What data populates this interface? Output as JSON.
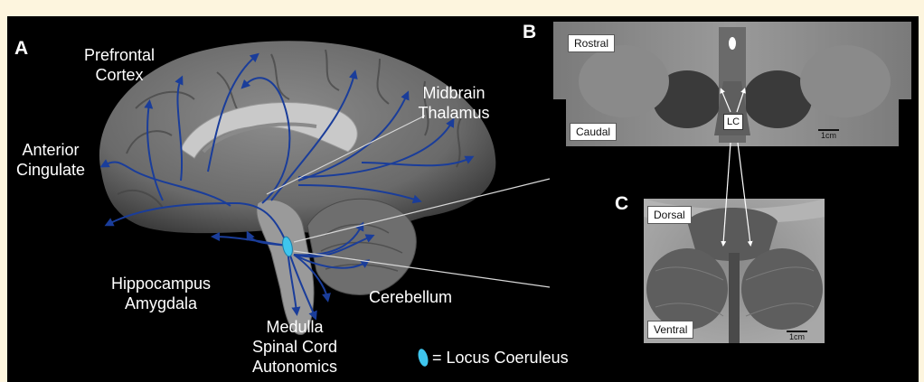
{
  "panels": {
    "a": "A",
    "b": "B",
    "c": "C"
  },
  "brain_labels": {
    "prefrontal": [
      "Prefrontal",
      "Cortex"
    ],
    "midbrain": [
      "Midbrain",
      "Thalamus"
    ],
    "anterior": [
      "Anterior",
      "Cingulate"
    ],
    "hippocampus": [
      "Hippocampus",
      "Amygdala"
    ],
    "medulla": [
      "Medulla",
      "Spinal Cord",
      "Autonomics"
    ],
    "cerebellum": "Cerebellum"
  },
  "legend": {
    "text": "= Locus Coeruleus",
    "color": "#3fc6ee"
  },
  "mri_b": {
    "rostral": "Rostral",
    "caudal": "Caudal",
    "lc": "LC",
    "scale": "1cm"
  },
  "mri_c": {
    "dorsal": "Dorsal",
    "ventral": "Ventral",
    "scale": "1cm"
  },
  "colors": {
    "projection": "#1a3d9a",
    "background": "#000000",
    "page": "#fdf5de"
  }
}
